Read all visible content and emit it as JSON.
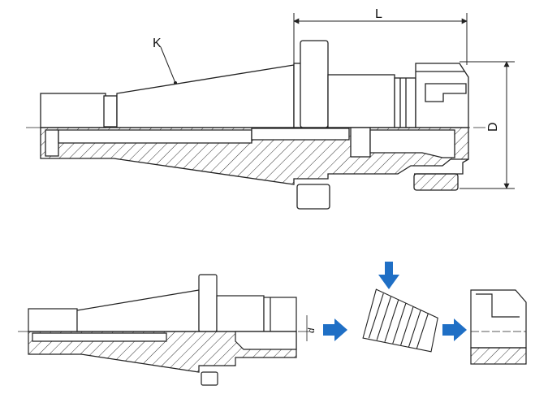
{
  "diagram": {
    "labels": {
      "taper": "K",
      "length": "L",
      "diameter": "D",
      "bore": "d"
    },
    "arrow_color": "#1f6fc5",
    "line_color": "#222222"
  }
}
